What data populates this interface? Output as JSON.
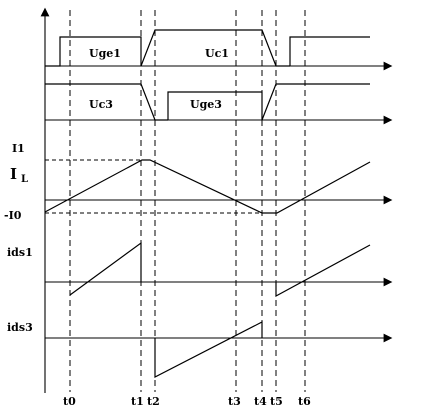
{
  "labels": {
    "uge1": "Uge1",
    "uc1": "Uc1",
    "uc3": "Uc3",
    "uge3": "Uge3",
    "il_main": "I",
    "il_sub": "L",
    "i1": "I1",
    "i0": "-I0",
    "ids1": "ids1",
    "ids3": "ids3"
  },
  "time_ticks": [
    "t0",
    "t1",
    "t2",
    "t3",
    "t4",
    "t5",
    "t6"
  ]
}
